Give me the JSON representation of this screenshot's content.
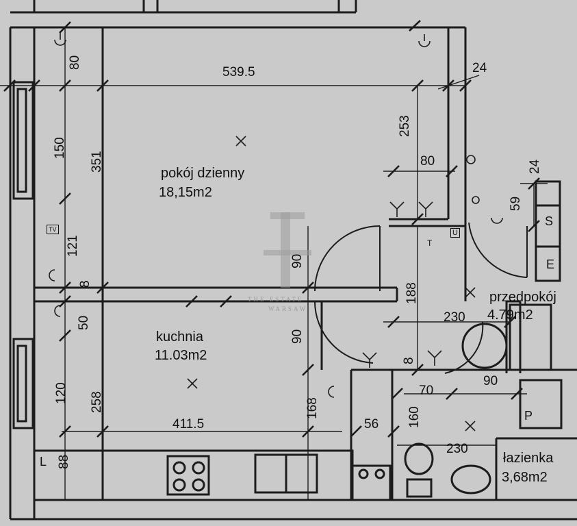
{
  "rooms": {
    "living": {
      "name": "pokój dzienny",
      "area": "18,15m2"
    },
    "kitchen": {
      "name": "kuchnia",
      "area": "11.03m2"
    },
    "hall": {
      "name": "przedpokój",
      "area": "4.79m2"
    },
    "bath": {
      "name": "łazienka",
      "area": "3,68m2"
    }
  },
  "dims": {
    "d539": "539.5",
    "d24a": "24",
    "d253": "253",
    "d80a": "80",
    "d24b": "24",
    "d59": "59",
    "d80b": "80",
    "d150": "150",
    "d351": "351",
    "d121": "121",
    "d8a": "8",
    "d90a": "90",
    "d188": "188",
    "d230a": "230",
    "d50": "50",
    "d90b": "90",
    "d8b": "8",
    "d90c": "90",
    "d70": "70",
    "d120": "120",
    "d258": "258",
    "d168": "168",
    "d56": "56",
    "d160": "160",
    "d411": "411.5",
    "d230b": "230",
    "d88": "88"
  },
  "symbols": {
    "s": "S",
    "e": "E",
    "p": "P",
    "l": "L",
    "u": "U",
    "t": "T",
    "tv": "TV"
  },
  "watermark": {
    "line1": "THE ESTATE",
    "line2": "WARSAW"
  }
}
